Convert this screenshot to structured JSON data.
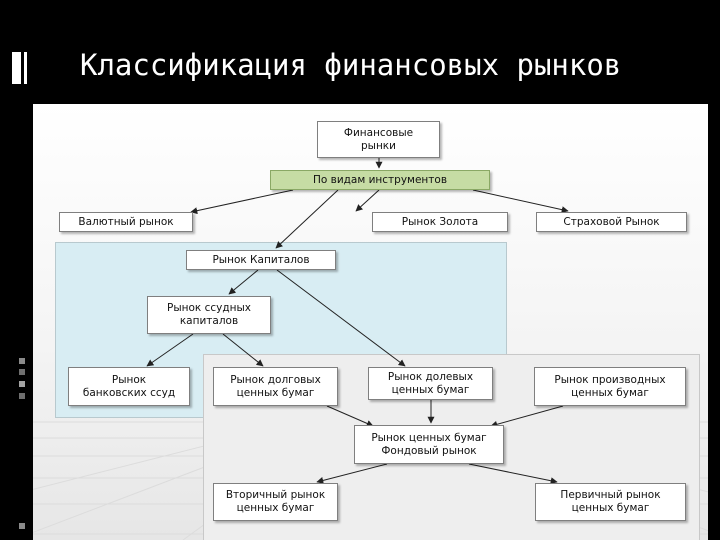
{
  "slide": {
    "title": "Классификация финансовых рынков",
    "background": "#000000",
    "title_color": "#ffffff"
  },
  "diagram": {
    "colors": {
      "node_border": "#7f7f7f",
      "green_node": "#c6dca4",
      "blue_region": "#d8edf3",
      "gray_region": "#eeeeee"
    },
    "nodes": {
      "financial_markets": "Финансовые\nрынки",
      "by_instrument_type": "По видам инструментов",
      "currency_market": "Валютный рынок",
      "gold_market": "Рынок Золота",
      "insurance_market": "Страховой Рынок",
      "capital_market": "Рынок Капиталов",
      "loan_capital_market": "Рынок ссудных\nкапиталов",
      "bank_loans_market": "Рынок\nбанковских ссуд",
      "debt_securities_market": "Рынок долговых\nценных бумаг",
      "equity_securities_market": "Рынок долевых\nценных бумаг",
      "derivative_securities_market": "Рынок производных\nценных бумаг",
      "securities_stock_market": "Рынок ценных бумаг\nФондовый рынок",
      "secondary_securities_market": "Вторичный рынок\nценных бумаг",
      "primary_securities_market": "Первичный рынок\nценных бумаг"
    }
  }
}
